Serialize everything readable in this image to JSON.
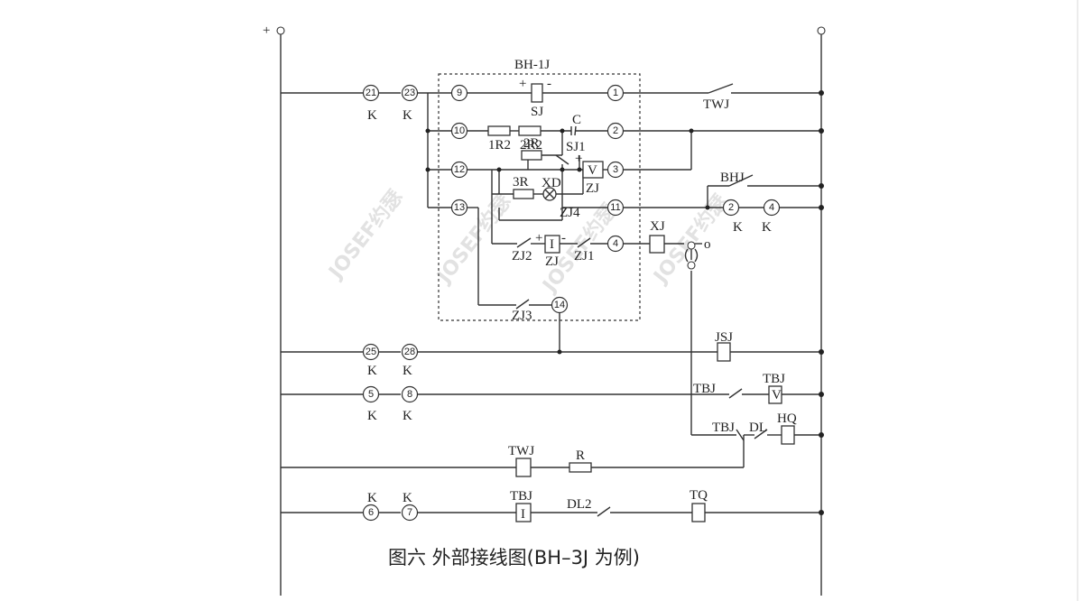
{
  "caption": "图六 外部接线图(BH–3J 为例)",
  "watermark": "JOSEF约瑟",
  "rails": {
    "positive": "+"
  },
  "labels": {
    "relay_block": "BH-1J",
    "sj": "SJ",
    "c": "C",
    "r1": "1R2",
    "r2": "2R2",
    "sj1": "SJ1",
    "r3": "2R",
    "zj_v": "ZJ",
    "r4": "3R",
    "xd": "XD",
    "zj4": "ZJ4",
    "zj2": "ZJ2",
    "zj_i": "ZJ",
    "zj1": "ZJ1",
    "zj3": "ZJ3",
    "xj": "XJ",
    "twj_top": "TWJ",
    "bhj": "BHJ",
    "jsj": "JSJ",
    "tbj_c": "TBJ",
    "tbj_v": "TBJ",
    "tbj_c2": "TBJ",
    "dl": "DL",
    "hq": "HQ",
    "twj_coil": "TWJ",
    "r": "R",
    "tbj_i": "TBJ",
    "dl2": "DL2",
    "tq": "TQ",
    "k": "K",
    "coil_v": "V",
    "coil_i": "I",
    "plus": "+",
    "minus": "-",
    "sym_o": "o"
  },
  "terminals": {
    "t21": "21",
    "t23": "23",
    "t9": "9",
    "t1": "1",
    "t10": "10",
    "t2": "2",
    "t12": "12",
    "t3": "3",
    "t11": "11",
    "t13": "13",
    "t4": "4",
    "t14": "14",
    "tk2": "2",
    "tk4": "4",
    "t25": "25",
    "t28": "28",
    "t5": "5",
    "t8": "8",
    "t6": "6",
    "t7": "7"
  }
}
